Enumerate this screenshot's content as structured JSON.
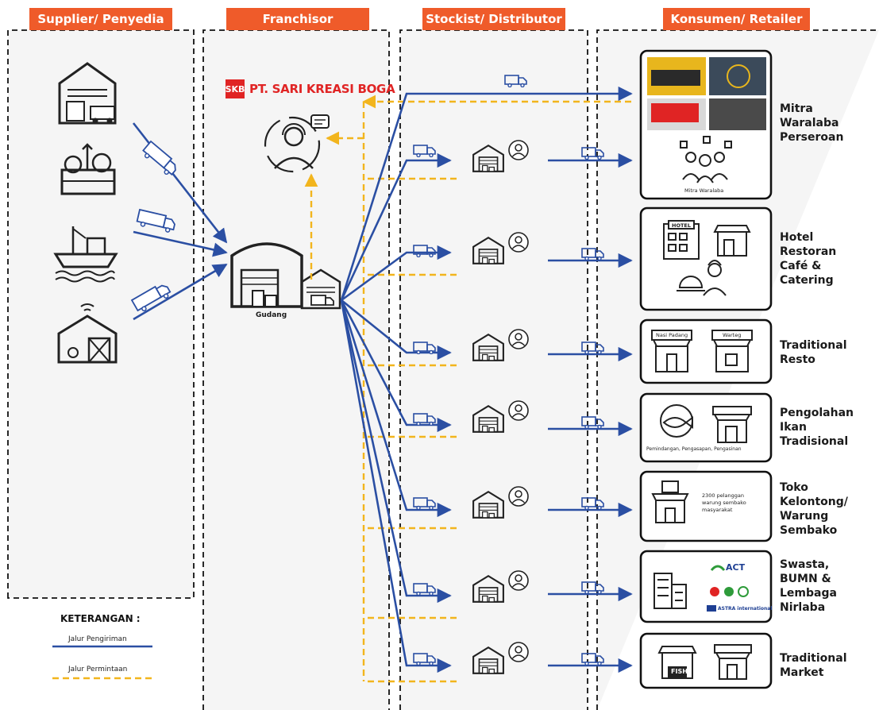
{
  "columns": [
    "Supplier/ Penyedia",
    "Franchisor",
    "Stockist/ Distributor",
    "Konsumen/ Retailer"
  ],
  "franchisor": {
    "company": "PT. SARI KREASI BOGA",
    "logo_text": "SKB",
    "warehouse_label": "Gudang"
  },
  "consumers": [
    {
      "lines": [
        "Mitra",
        "Waralaba",
        "Perseroan"
      ],
      "caption": "Mitra Waralaba"
    },
    {
      "lines": [
        "Hotel",
        "Restoran",
        "Café &",
        "Catering"
      ],
      "sign": "HOTEL"
    },
    {
      "lines": [
        "Traditional",
        "Resto"
      ],
      "signs": [
        "Nasi Padang",
        "Warteg"
      ]
    },
    {
      "lines": [
        "Pengolahan",
        "Ikan",
        "Tradisional"
      ],
      "caption": "Pemindangan, Pengasapan, Pengasinan"
    },
    {
      "lines": [
        "Toko",
        "Kelontong/",
        "Warung",
        "Sembako"
      ],
      "note": [
        "2300 pelanggan",
        "warung sembako",
        "masyarakat"
      ]
    },
    {
      "lines": [
        "Swasta,",
        "BUMN &",
        "Lembaga",
        "Nirlaba"
      ],
      "logos": [
        "ACT",
        "ASTRA international"
      ]
    },
    {
      "lines": [
        "Traditional",
        "Market"
      ],
      "sign": "FISH"
    }
  ],
  "legend": {
    "title": "KETERANGAN :",
    "delivery": "Jalur Pengiriman",
    "request": "Jalur Permintaan"
  },
  "colors": {
    "header": "#ef5b2a",
    "delivery": "#2b4fa3",
    "request": "#f2b51d",
    "icon": "#222222",
    "brand": "#e02424"
  },
  "icons": {
    "suppliers": [
      "warehouse-icon",
      "vegetables-icon",
      "fishing-boat-icon",
      "farm-barn-icon"
    ],
    "franchisor": [
      "call-center-icon",
      "warehouse-icon",
      "garage-truck-icon"
    ],
    "distributor": [
      "warehouse-icon",
      "person-avatar-icon",
      "truck-icon"
    ]
  }
}
